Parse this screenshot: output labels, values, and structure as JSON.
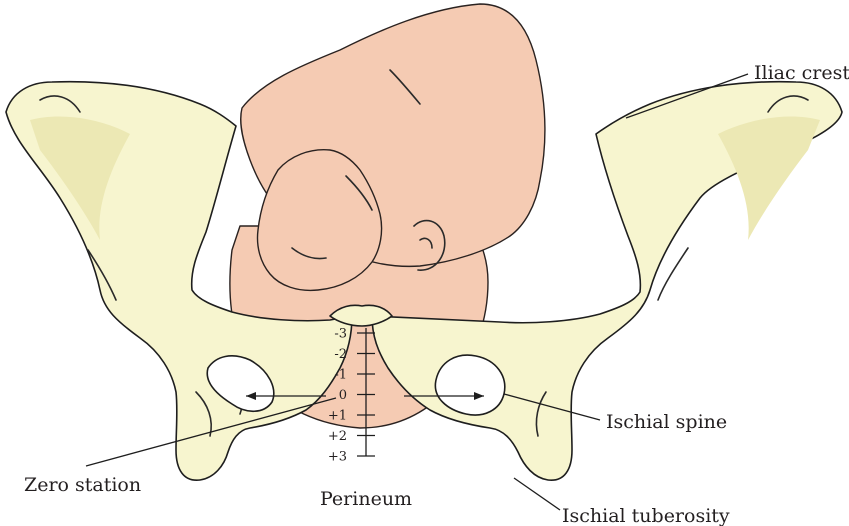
{
  "labels": {
    "iliac_crest": "Iliac crest",
    "ischial_spine": "Ischial spine",
    "zero_station": "Zero station",
    "perineum": "Perineum",
    "ischial_tuberosity": "Ischial tuberosity"
  },
  "stations": [
    "-3",
    "-2",
    "-1",
    "0",
    "+1",
    "+2",
    "+3"
  ],
  "colors": {
    "bone": "#f7f5cf",
    "skin": "#f5cbb3",
    "outline": "#1e1e1e"
  }
}
